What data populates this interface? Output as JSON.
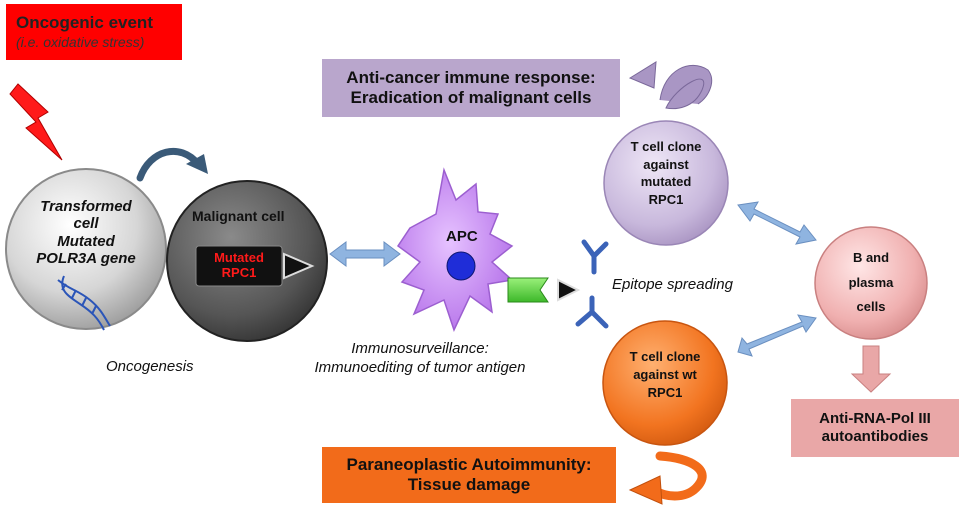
{
  "oncogenic_event": {
    "title": "Oncogenic event",
    "subtitle": "(i.e. oxidative stress)"
  },
  "transformed_cell": {
    "line1": "Transformed",
    "line2": "cell",
    "line3": "Mutated",
    "line4": "POLR3A gene"
  },
  "malignant_cell": {
    "label": "Malignant cell",
    "tag_line1": "Mutated",
    "tag_line2": "RPC1"
  },
  "oncogenesis_label": "Oncogenesis",
  "apc": {
    "label": "APC"
  },
  "immuno_label": {
    "line1": "Immunosurveillance:",
    "line2": "Immunoediting of tumor antigen"
  },
  "anti_cancer": {
    "line1": "Anti-cancer immune response:",
    "line2": "Eradication of malignant cells"
  },
  "tcell_mutated": {
    "line1": "T cell clone",
    "line2": "against",
    "line3": "mutated",
    "line4": "RPC1"
  },
  "tcell_wt": {
    "line1": "T cell clone",
    "line2": "against wt",
    "line3": "RPC1"
  },
  "epitope_label": "Epitope spreading",
  "bcell": {
    "line1": "B and",
    "line2": "plasma",
    "line3": "cells"
  },
  "autoantibodies": {
    "line1": "Anti-RNA-Pol III",
    "line2": "autoantibodies"
  },
  "paraneoplastic": {
    "line1": "Paraneoplastic Autoimmunity:",
    "line2": "Tissue damage"
  },
  "colors": {
    "oncogenic_red": "#ff0000",
    "anti_cancer_purple": "#b9a6cc",
    "paraneoplastic_orange": "#f26b1a",
    "autoantibody_pink": "#e9a7a7",
    "apc_purple": "#c98cf0",
    "apc_nucleus": "#1f2dd8",
    "arrow_blue": "#8fb4e0"
  }
}
